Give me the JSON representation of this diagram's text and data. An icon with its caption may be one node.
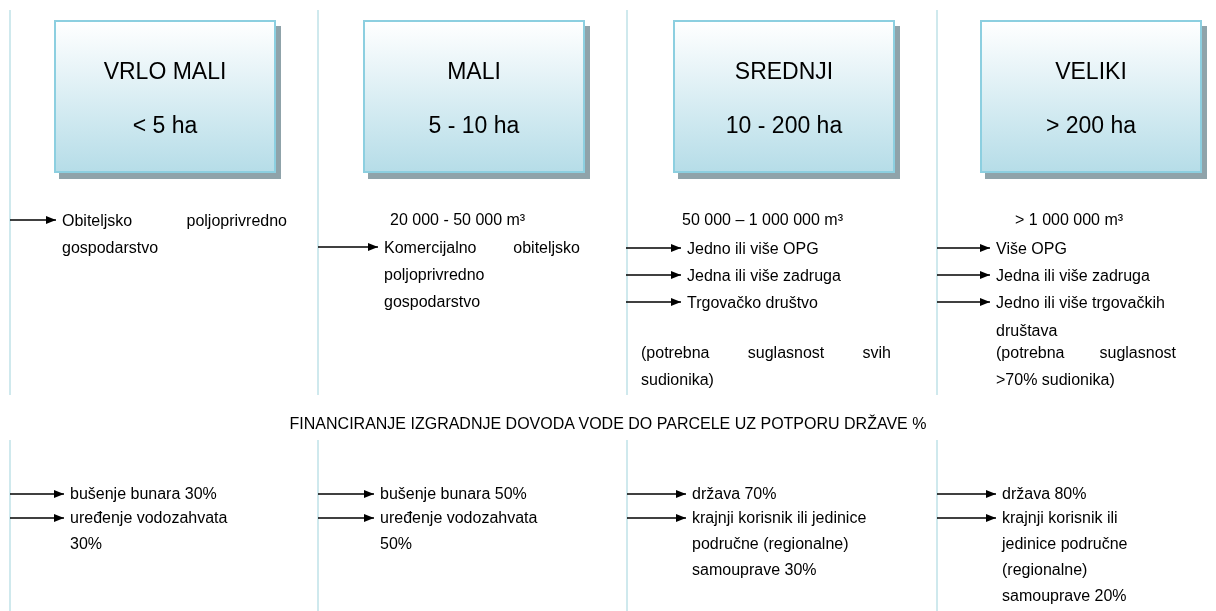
{
  "diagram": {
    "nodes": [
      {
        "text": [
          "VRLO MALI",
          "< 5 ha"
        ]
      },
      {
        "text": [
          "MALI",
          "5 - 10 ha"
        ]
      },
      {
        "text": [
          "SREDNJI",
          "10 - 200 ha"
        ]
      },
      {
        "text": [
          "VELIKI",
          "> 200 ha"
        ]
      },
      {
        "text": [
          "Obiteljsko poljoprivredno gospodarstvo"
        ]
      },
      {
        "text": [
          "Komercijalno obiteljsko poljoprivredno gospodarstvo"
        ]
      },
      {
        "text": [
          "Jedno ili više OPG"
        ]
      },
      {
        "text": [
          "Jedna ili više zadruga"
        ]
      },
      {
        "text": [
          "Trgovačko društvo"
        ]
      },
      {
        "text": [
          "Više OPG"
        ]
      },
      {
        "text": [
          "Jedna ili više zadruga"
        ]
      },
      {
        "text": [
          "Jedno ili više trgovačkih društava"
        ]
      },
      {
        "text": [
          "bušenje bunara 30%"
        ]
      },
      {
        "text": [
          "uređenje vodozahvata 30%"
        ]
      },
      {
        "text": [
          "bušenje bunara 50%"
        ]
      },
      {
        "text": [
          "uređenje vodozahvata 50%"
        ]
      },
      {
        "text": [
          "država 70%"
        ]
      },
      {
        "text": [
          "krajnji korisnik ili jedinice područne (regionalne) samouprave 30%"
        ]
      },
      {
        "text": [
          "država 80%"
        ]
      },
      {
        "text": [
          "krajnji korisnik ili jedinice područne (regionalne) samouprave 20%"
        ]
      }
    ],
    "edges": [
      {
        "from": null,
        "to": 4,
        "arrow": "to"
      },
      {
        "from": null,
        "to": 5,
        "arrow": "to"
      },
      {
        "from": null,
        "to": 6,
        "arrow": "to"
      },
      {
        "from": null,
        "to": 7,
        "arrow": "to"
      },
      {
        "from": null,
        "to": 8,
        "arrow": "to"
      },
      {
        "from": null,
        "to": 9,
        "arrow": "to"
      },
      {
        "from": null,
        "to": 10,
        "arrow": "to"
      },
      {
        "from": null,
        "to": 11,
        "arrow": "to"
      },
      {
        "from": null,
        "to": 12,
        "arrow": "to"
      },
      {
        "from": null,
        "to": 13,
        "arrow": "to"
      },
      {
        "from": null,
        "to": 14,
        "arrow": "to"
      },
      {
        "from": null,
        "to": 15,
        "arrow": "to"
      },
      {
        "from": null,
        "to": 16,
        "arrow": "to"
      },
      {
        "from": null,
        "to": 17,
        "arrow": "to"
      },
      {
        "from": null,
        "to": 18,
        "arrow": "to"
      },
      {
        "from": null,
        "to": 19,
        "arrow": "to"
      }
    ],
    "labels": [
      "20 000 - 50 000 m³",
      "50 000 – 1 000 000 m³",
      "> 1 000 000 m³",
      "(potrebna suglasnost svih sudionika)",
      "(potrebna suglasnost >70% sudionika)",
      "FINANCIRANJE IZGRADNJE DOVODA VODE DO PARCELE UZ POTPORU DRŽAVE %"
    ]
  }
}
